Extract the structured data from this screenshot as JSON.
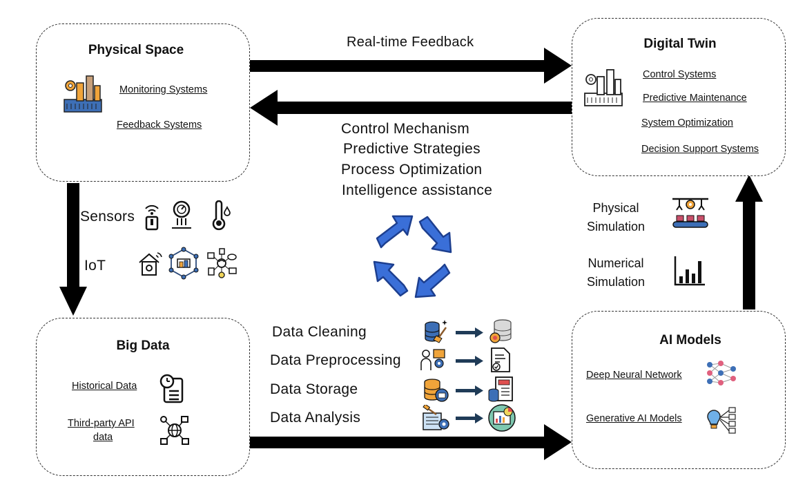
{
  "physical_space": {
    "title": "Physical Space",
    "items": [
      "Monitoring Systems",
      "Feedback Systems"
    ]
  },
  "digital_twin": {
    "title": "Digital Twin",
    "items": [
      "Control Systems",
      "Predictive Maintenance",
      "System Optimization",
      "Decision Support Systems"
    ]
  },
  "big_data": {
    "title": "Big Data",
    "items": [
      "Historical Data",
      "Third-party API",
      "data"
    ]
  },
  "ai_models": {
    "title": "AI Models",
    "items": [
      "Deep Neural Network",
      "Generative AI Models"
    ]
  },
  "arrows": {
    "top_label": "Real-time Feedback"
  },
  "center": {
    "lines": [
      "Control Mechanism",
      "Predictive Strategies",
      "Process Optimization",
      "Intelligence assistance"
    ]
  },
  "left_column": {
    "sensors": "Sensors",
    "iot": "IoT"
  },
  "right_column": {
    "physical_sim": [
      "Physical",
      "Simulation"
    ],
    "numerical_sim": [
      "Numerical",
      "Simulation"
    ]
  },
  "data_steps": [
    "Data Cleaning",
    "Data Preprocessing",
    "Data Storage",
    "Data Analysis"
  ],
  "colors": {
    "cycle_arrow": "#3a6fd8",
    "arrow_dark": "#1f3b57",
    "icon_orange": "#f0a43a",
    "icon_blue": "#3d6fb6"
  }
}
